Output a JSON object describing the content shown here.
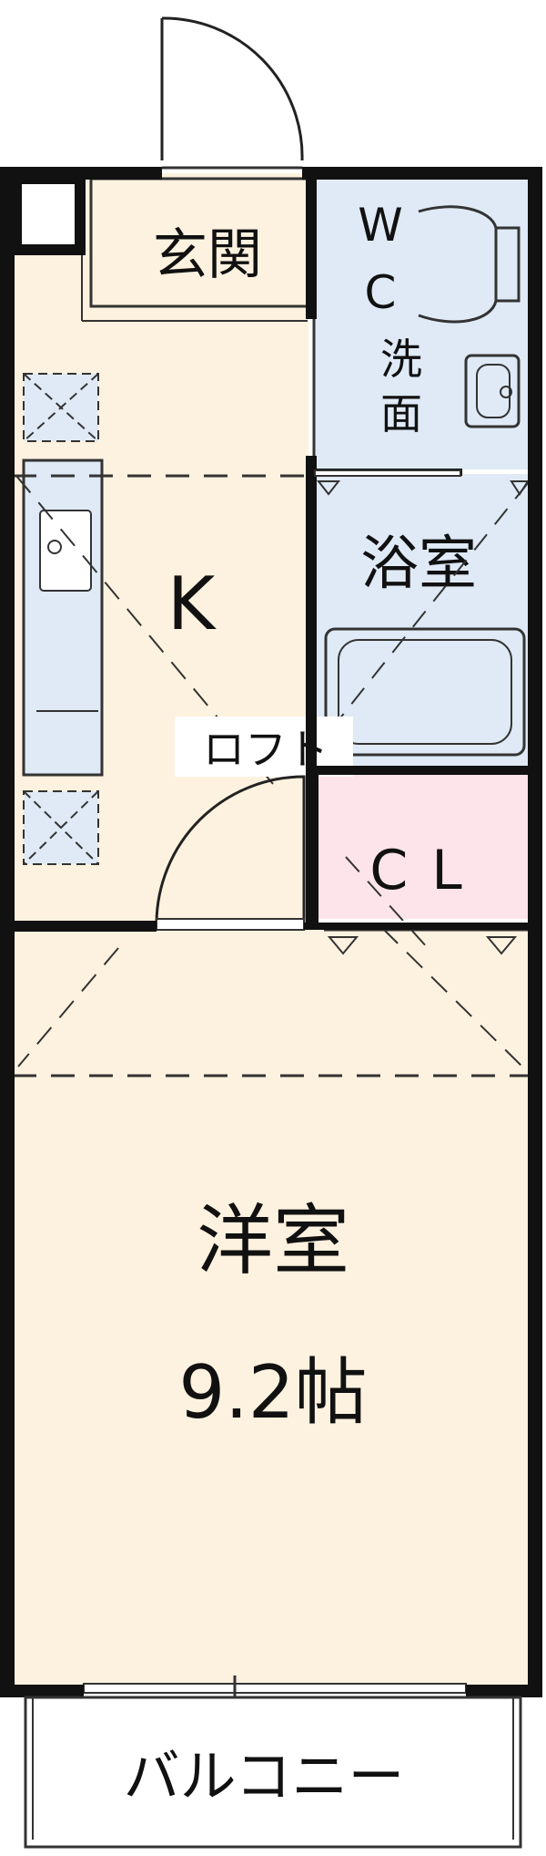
{
  "colors": {
    "floor": "#fdf2df",
    "wet_area": "#dfeaf6",
    "closet": "#fde4ea",
    "wall": "#111111",
    "fixture_line": "#333333"
  },
  "rooms": {
    "entrance": "玄関",
    "wc": "WC",
    "washroom": "洗面",
    "kitchen": "K",
    "bathroom": "浴室",
    "loft": "ロフト",
    "closet": "CL",
    "western_room": "洋室",
    "western_room_size": "9.2帖",
    "balcony": "バルコニー"
  }
}
